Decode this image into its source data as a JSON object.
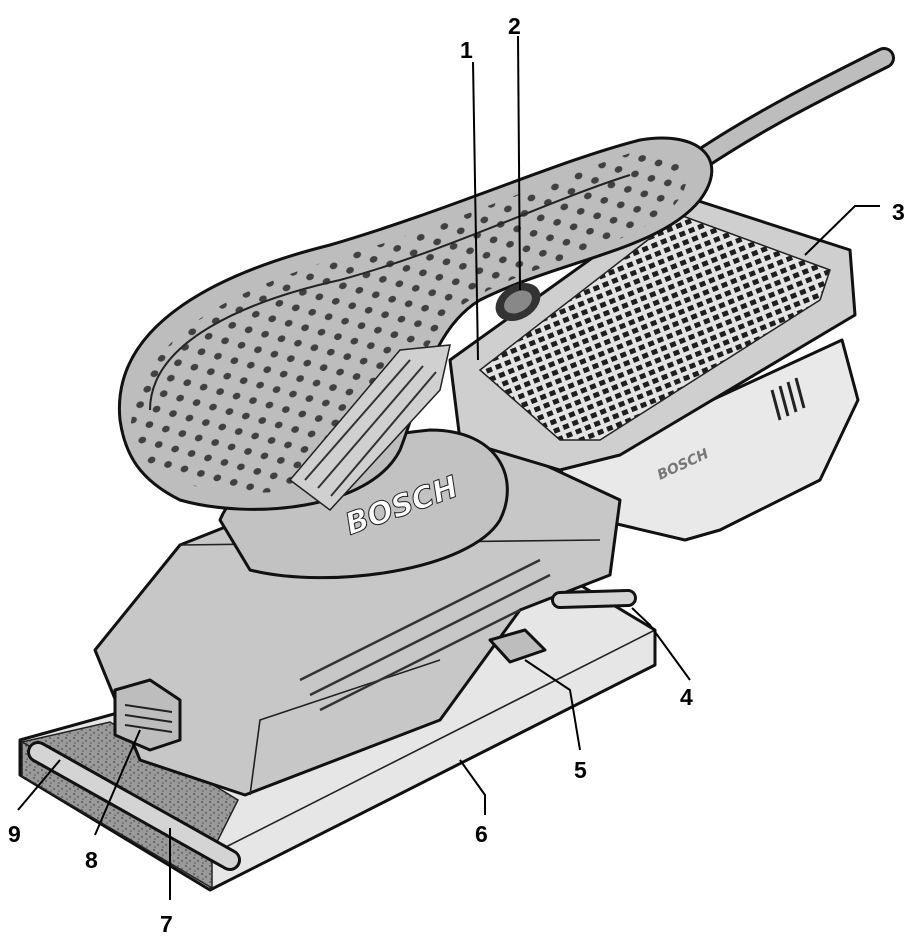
{
  "brand": {
    "logo_text": "BOSCH",
    "side_text": "BOSCH"
  },
  "callouts": [
    {
      "id": "1",
      "label": "1"
    },
    {
      "id": "2",
      "label": "2"
    },
    {
      "id": "3",
      "label": "3"
    },
    {
      "id": "4",
      "label": "4"
    },
    {
      "id": "5",
      "label": "5"
    },
    {
      "id": "6",
      "label": "6"
    },
    {
      "id": "7",
      "label": "7"
    },
    {
      "id": "8",
      "label": "8"
    },
    {
      "id": "9",
      "label": "9"
    }
  ],
  "colors": {
    "body": "#c9c9c9",
    "body_dark": "#a8a8a8",
    "handle": "#bdbdbd",
    "base_plate": "#e6e6e6",
    "paper": "#9a9a9a",
    "dust_box": "#e9e9e9",
    "outline": "#111111"
  }
}
